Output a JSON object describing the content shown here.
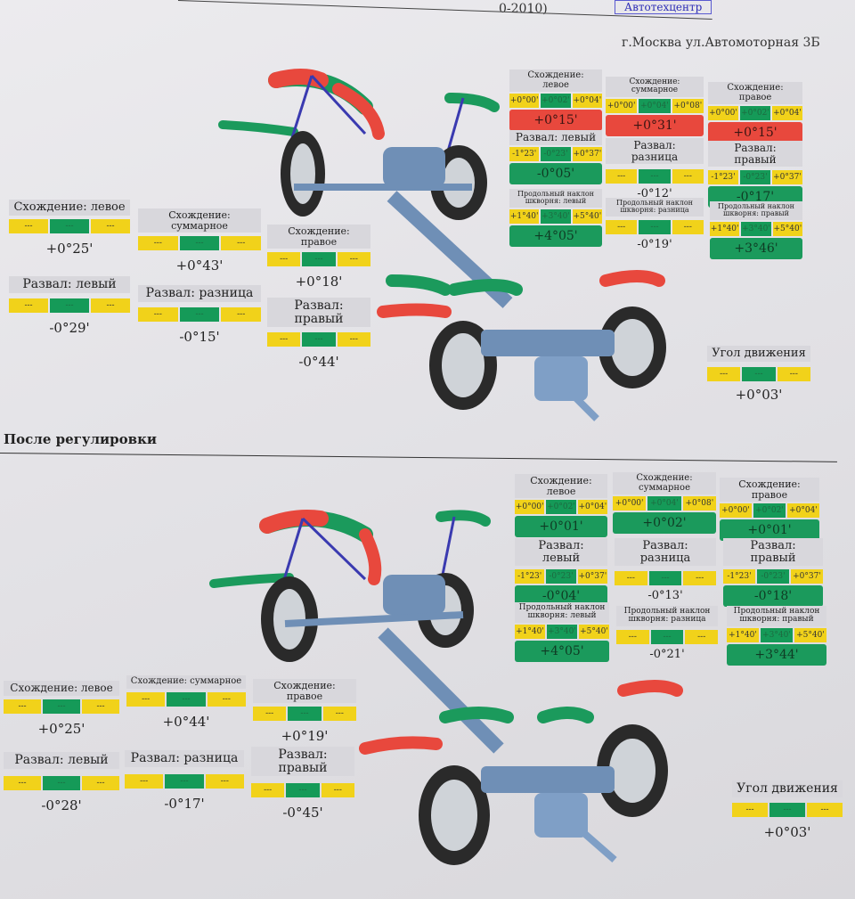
{
  "header": {
    "code_fragment": "0-2010)",
    "stamp": "Автотехцентр",
    "address": "г.Москва ул.Автомоторная 3Б"
  },
  "after_title": "После регулировки",
  "colors": {
    "red": "#e8483d",
    "green": "#1b9a5c",
    "yellow": "#f1d21a",
    "label_bg": "#d8d7dc"
  },
  "before": {
    "front": [
      {
        "label": "Схождение: левое",
        "min": "+0°00'",
        "mid": "+0°02'",
        "max": "+0°04'",
        "value": "+0°15'",
        "state": "red"
      },
      {
        "label": "Схождение: суммарное",
        "min": "+0°00'",
        "mid": "+0°04'",
        "max": "+0°08'",
        "value": "+0°31'",
        "state": "red"
      },
      {
        "label": "Схождение: правое",
        "min": "+0°00'",
        "mid": "+0°02'",
        "max": "+0°04'",
        "value": "+0°15'",
        "state": "red"
      },
      {
        "label": "Развал: левый",
        "min": "-1°23'",
        "mid": "-0°23'",
        "max": "+0°37'",
        "value": "-0°05'",
        "state": "green"
      },
      {
        "label": "Развал: разница",
        "min": "---",
        "mid": "---",
        "max": "---",
        "value": "-0°12'",
        "state": "plain"
      },
      {
        "label": "Развал: правый",
        "min": "-1°23'",
        "mid": "-0°23'",
        "max": "+0°37'",
        "value": "-0°17'",
        "state": "green"
      },
      {
        "label": "Продольный наклон шкворня: левый",
        "min": "+1°40'",
        "mid": "+3°40'",
        "max": "+5°40'",
        "value": "+4°05'",
        "state": "green"
      },
      {
        "label": "Продольный наклон шкворня: разница",
        "min": "---",
        "mid": "---",
        "max": "---",
        "value": "-0°19'",
        "state": "plain"
      },
      {
        "label": "Продольный наклон шкворня: правый",
        "min": "+1°40'",
        "mid": "+3°40'",
        "max": "+5°40'",
        "value": "+3°46'",
        "state": "green"
      }
    ],
    "rear": [
      {
        "label": "Схождение: левое",
        "min": "---",
        "mid": "---",
        "max": "---",
        "value": "+0°25'"
      },
      {
        "label": "Схождение: суммарное",
        "min": "---",
        "mid": "---",
        "max": "---",
        "value": "+0°43'"
      },
      {
        "label": "Схождение: правое",
        "min": "---",
        "mid": "---",
        "max": "---",
        "value": "+0°18'"
      },
      {
        "label": "Развал: левый",
        "min": "---",
        "mid": "---",
        "max": "---",
        "value": "-0°29'"
      },
      {
        "label": "Развал: разница",
        "min": "---",
        "mid": "---",
        "max": "---",
        "value": "-0°15'"
      },
      {
        "label": "Развал: правый",
        "min": "---",
        "mid": "---",
        "max": "---",
        "value": "-0°44'"
      }
    ],
    "thrust": {
      "label": "Угол движения",
      "min": "---",
      "mid": "---",
      "max": "---",
      "value": "+0°03'"
    }
  },
  "after": {
    "front": [
      {
        "label": "Схождение: левое",
        "min": "+0°00'",
        "mid": "+0°02'",
        "max": "+0°04'",
        "value": "+0°01'",
        "state": "green"
      },
      {
        "label": "Схождение: суммарное",
        "min": "+0°00'",
        "mid": "+0°04'",
        "max": "+0°08'",
        "value": "+0°02'",
        "state": "green"
      },
      {
        "label": "Схождение: правое",
        "min": "+0°00'",
        "mid": "+0°02'",
        "max": "+0°04'",
        "value": "+0°01'",
        "state": "green"
      },
      {
        "label": "Развал: левый",
        "min": "-1°23'",
        "mid": "-0°23'",
        "max": "+0°37'",
        "value": "-0°04'",
        "state": "green"
      },
      {
        "label": "Развал: разница",
        "min": "---",
        "mid": "---",
        "max": "---",
        "value": "-0°13'",
        "state": "plain"
      },
      {
        "label": "Развал: правый",
        "min": "-1°23'",
        "mid": "-0°23'",
        "max": "+0°37'",
        "value": "-0°18'",
        "state": "green"
      },
      {
        "label": "Продольный наклон шкворня: левый",
        "min": "+1°40'",
        "mid": "+3°40'",
        "max": "+5°40'",
        "value": "+4°05'",
        "state": "green"
      },
      {
        "label": "Продольный наклон шкворня: разница",
        "min": "---",
        "mid": "---",
        "max": "---",
        "value": "-0°21'",
        "state": "plain"
      },
      {
        "label": "Продольный наклон шкворня: правый",
        "min": "+1°40'",
        "mid": "+3°40'",
        "max": "+5°40'",
        "value": "+3°44'",
        "state": "green"
      }
    ],
    "rear": [
      {
        "label": "Схождение: левое",
        "min": "---",
        "mid": "---",
        "max": "---",
        "value": "+0°25'"
      },
      {
        "label": "Схождение: суммарное",
        "min": "---",
        "mid": "---",
        "max": "---",
        "value": "+0°44'"
      },
      {
        "label": "Схождение: правое",
        "min": "---",
        "mid": "---",
        "max": "---",
        "value": "+0°19'"
      },
      {
        "label": "Развал: левый",
        "min": "---",
        "mid": "---",
        "max": "---",
        "value": "-0°28'"
      },
      {
        "label": "Развал: разница",
        "min": "---",
        "mid": "---",
        "max": "---",
        "value": "-0°17'"
      },
      {
        "label": "Развал: правый",
        "min": "---",
        "mid": "---",
        "max": "---",
        "value": "-0°45'"
      }
    ],
    "thrust": {
      "label": "Угол движения",
      "min": "---",
      "mid": "---",
      "max": "---",
      "value": "+0°03'"
    }
  }
}
